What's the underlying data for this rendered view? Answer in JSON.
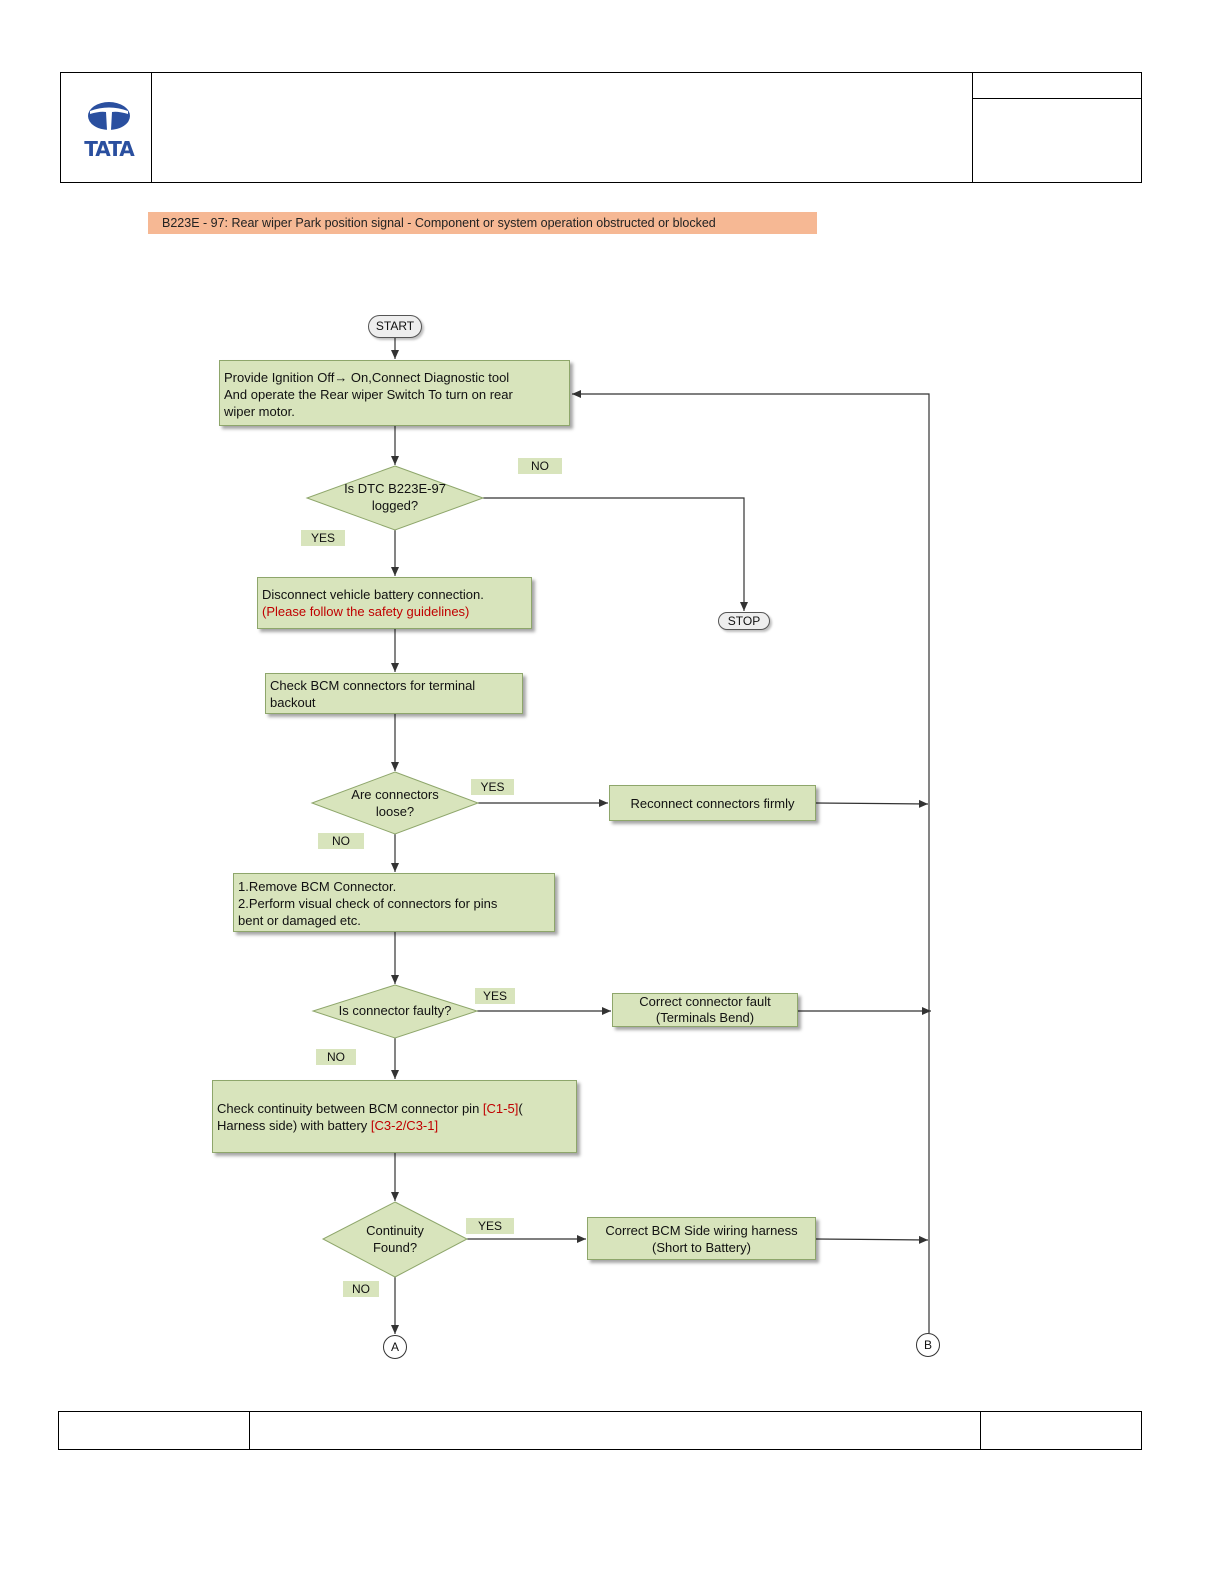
{
  "header": {
    "logo_text": "TATA"
  },
  "title": "B223E - 97: Rear wiper Park position signal - Component or system operation obstructed or blocked",
  "flow": {
    "start": "START",
    "stop": "STOP",
    "step1": {
      "line1": "Provide Ignition Off→ On,Connect Diagnostic tool",
      "line2": "And operate the Rear wiper Switch To turn on rear",
      "line3": "wiper motor."
    },
    "decision1": {
      "line1": "Is DTC B223E-97",
      "line2": "logged?"
    },
    "step2": {
      "line1": "Disconnect vehicle battery connection.",
      "line2": "(Please follow the safety guidelines)"
    },
    "step3": {
      "line1": "Check  BCM connectors for terminal",
      "line2": "backout"
    },
    "decision2": {
      "line1": "Are connectors",
      "line2": "loose?"
    },
    "action_reconnect": "Reconnect connectors firmly",
    "step4": {
      "line1": "1.Remove BCM Connector.",
      "line2": "2.Perform visual check of connectors for pins",
      "line3": "bent or damaged etc."
    },
    "decision3": "Is connector faulty?",
    "action_connector": {
      "line1": "Correct connector fault",
      "line2": "(Terminals Bend)"
    },
    "step5": {
      "l1a": "Check continuity between BCM connector pin ",
      "l1b": "[C1-5]",
      "l1c": "(",
      "l2a": "Harness side)  with battery ",
      "l2b": "[C3-2/C3-1]"
    },
    "decision4": {
      "line1": "Continuity",
      "line2": "Found?"
    },
    "action_harness": {
      "line1": "Correct BCM Side wiring harness",
      "line2": "(Short to Battery)"
    },
    "connector_a": "A",
    "connector_b": "B",
    "labels": {
      "yes": "YES",
      "no": "NO"
    }
  }
}
